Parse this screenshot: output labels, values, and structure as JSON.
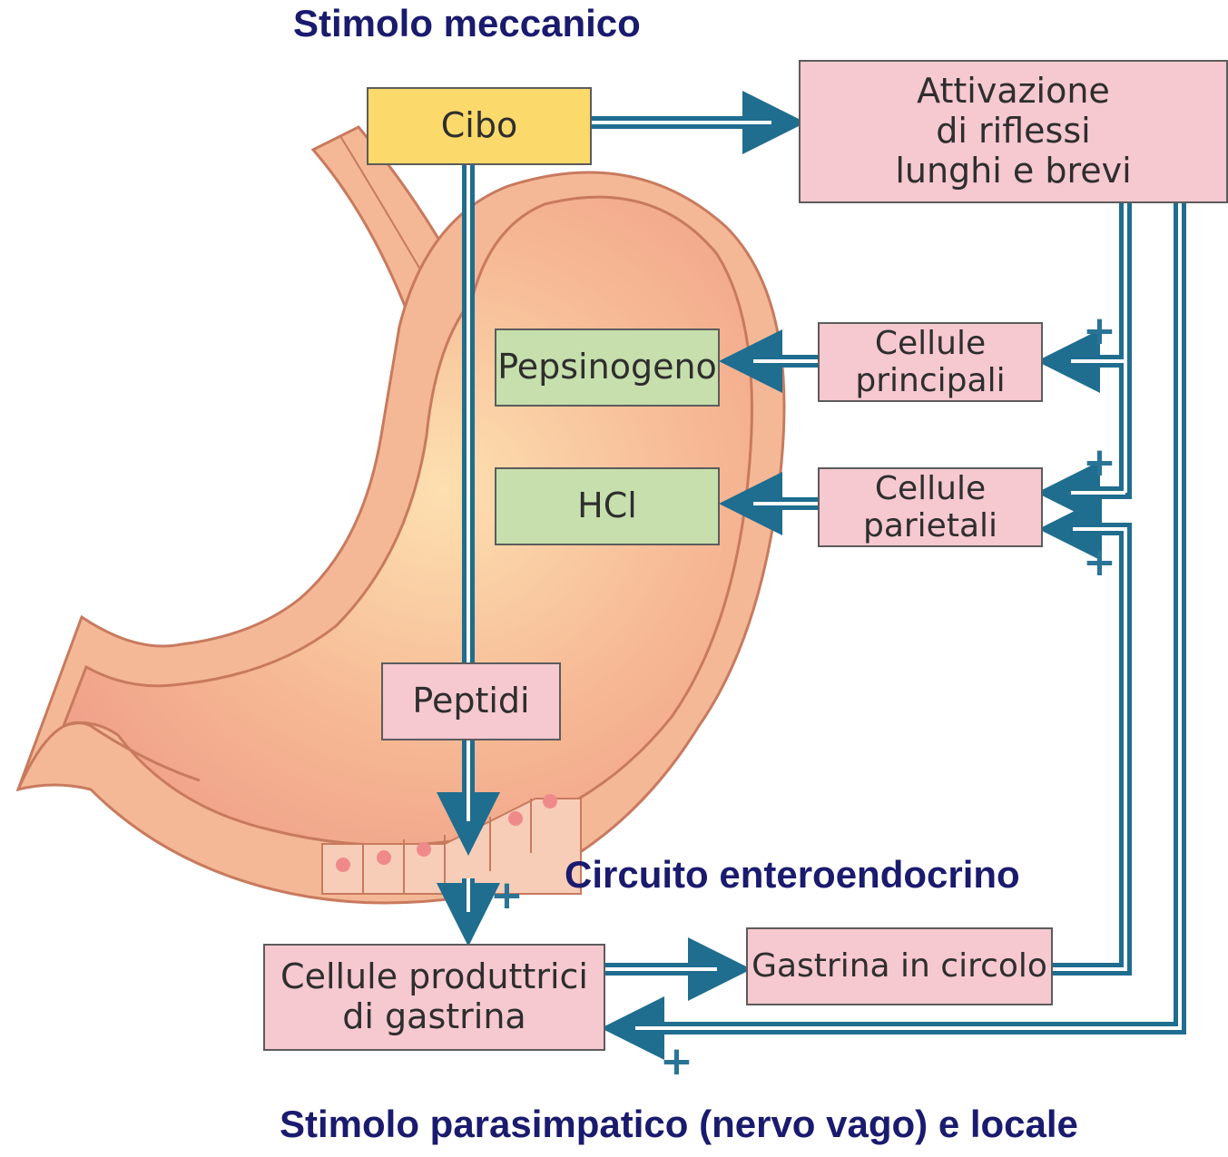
{
  "headings": {
    "top": "Stimolo meccanico",
    "middle": "Circuito enteroendocrino",
    "bottom": "Stimolo parasimpatico (nervo vago) e locale"
  },
  "boxes": {
    "cibo": "Cibo",
    "attivazione": "Attivazione\ndi riflessi\nlunghi e brevi",
    "pepsinogeno": "Pepsinogeno",
    "hcl": "HCl",
    "cellule_principali": "Cellule\nprincipali",
    "cellule_parietali": "Cellule\nparietali",
    "peptidi": "Peptidi",
    "cellule_gastrina": "Cellule produttrici\ndi gastrina",
    "gastrina_circolo": "Gastrina in circolo"
  },
  "signs": {
    "plus": "+"
  },
  "colors": {
    "arrow": "#1f6d8f",
    "box_pink": "#f6c8d0",
    "box_yellow": "#fbd96b",
    "box_green": "#c6dfac",
    "heading": "#1a1a6e",
    "stomach_wall": "#f4b896",
    "stomach_lumen": "#f0a088"
  }
}
